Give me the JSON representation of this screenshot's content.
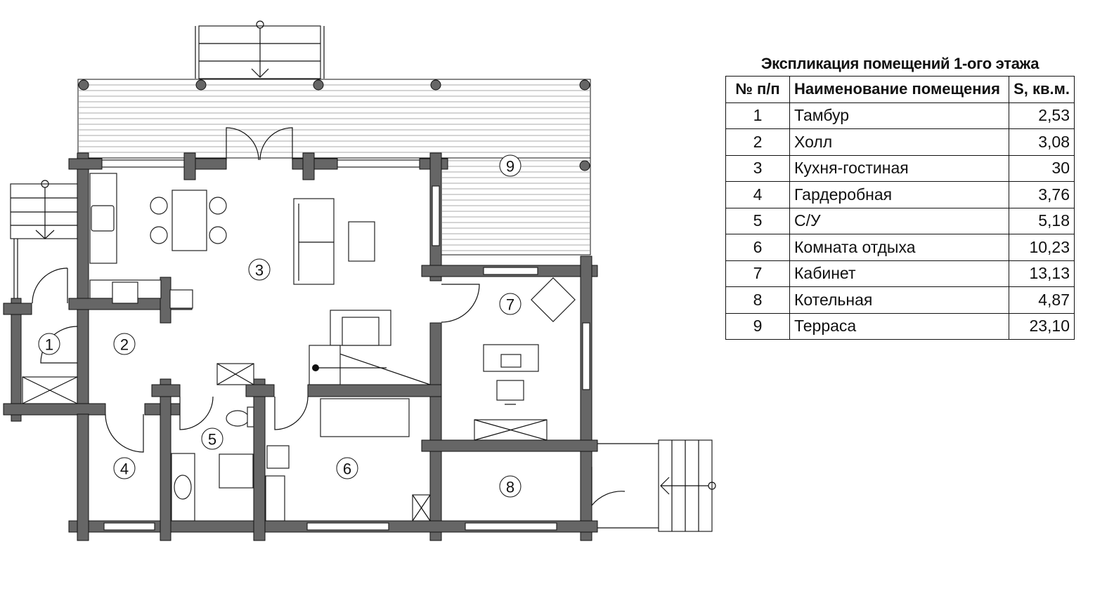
{
  "explication": {
    "title": "Экспликация помещений 1-ого этажа",
    "headers": [
      "№ п/п",
      "Наименование помещения",
      "S, кв.м."
    ],
    "rows": [
      {
        "num": "1",
        "name": "Тамбур",
        "area": "2,53"
      },
      {
        "num": "2",
        "name": "Холл",
        "area": "3,08"
      },
      {
        "num": "3",
        "name": "Кухня-гостиная",
        "area": "30"
      },
      {
        "num": "4",
        "name": "Гардеробная",
        "area": "3,76"
      },
      {
        "num": "5",
        "name": "С/У",
        "area": "5,18"
      },
      {
        "num": "6",
        "name": "Комната отдыха",
        "area": "10,23"
      },
      {
        "num": "7",
        "name": "Кабинет",
        "area": "13,13"
      },
      {
        "num": "8",
        "name": "Котельная",
        "area": "4,87"
      },
      {
        "num": "9",
        "name": "Терраса",
        "area": "23,10"
      }
    ]
  },
  "plan": {
    "room_labels": [
      "1",
      "2",
      "3",
      "4",
      "5",
      "6",
      "7",
      "8",
      "9"
    ],
    "wall_color": "#666666"
  }
}
